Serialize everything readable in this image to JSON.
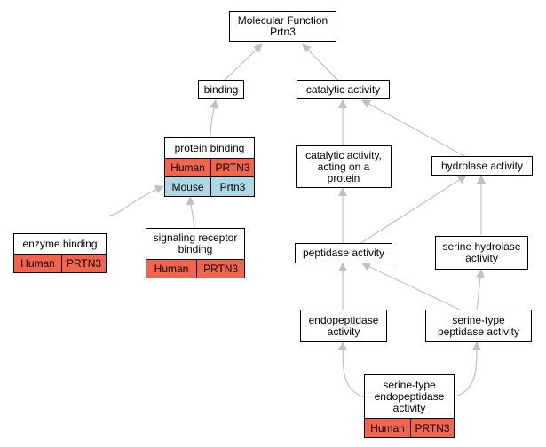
{
  "colors": {
    "edge": "#c0c0c0",
    "border": "#000000",
    "human": "#f4644b",
    "mouse": "#add8e6"
  },
  "nodes": {
    "molecular_function": {
      "label": "Molecular Function\nPrtn3"
    },
    "binding": {
      "label": "binding"
    },
    "catalytic_activity": {
      "label": "catalytic activity"
    },
    "protein_binding": {
      "label": "protein binding",
      "annotations": [
        {
          "species": "Human",
          "gene": "PRTN3"
        },
        {
          "species": "Mouse",
          "gene": "Prtn3"
        }
      ]
    },
    "catalytic_activity_protein": {
      "label": "catalytic activity,\nacting on a\nprotein"
    },
    "hydrolase_activity": {
      "label": "hydrolase activity"
    },
    "enzyme_binding": {
      "label": "enzyme binding",
      "annotations": [
        {
          "species": "Human",
          "gene": "PRTN3"
        }
      ]
    },
    "signaling_receptor_binding": {
      "label": "signaling receptor\nbinding",
      "annotations": [
        {
          "species": "Human",
          "gene": "PRTN3"
        }
      ]
    },
    "peptidase_activity": {
      "label": "peptidase activity"
    },
    "serine_hydrolase_activity": {
      "label": "serine hydrolase\nactivity"
    },
    "endopeptidase_activity": {
      "label": "endopeptidase\nactivity"
    },
    "serine_type_peptidase_activity": {
      "label": "serine-type\npeptidase activity"
    },
    "serine_type_endopeptidase_activity": {
      "label": "serine-type\nendopeptidase\nactivity",
      "annotations": [
        {
          "species": "Human",
          "gene": "PRTN3"
        }
      ]
    }
  }
}
